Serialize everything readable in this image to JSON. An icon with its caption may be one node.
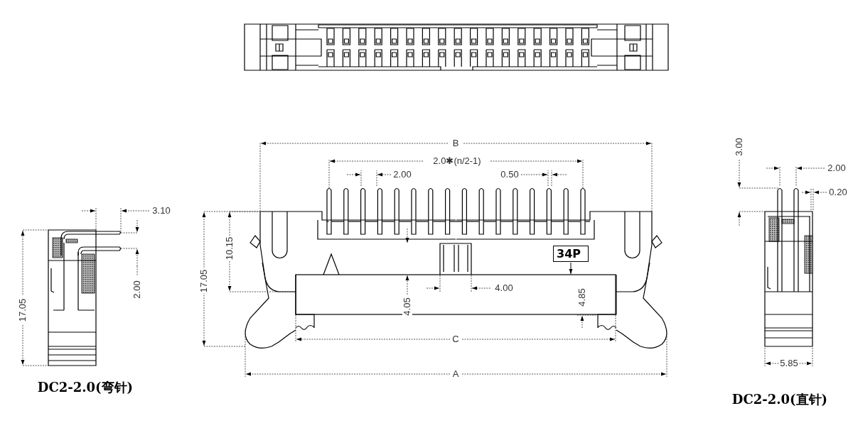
{
  "diagram": {
    "nodes": [
      {
        "text": [
          "34P"
        ]
      },
      {
        "text": [],
        "shape": "box"
      }
    ],
    "edges": [
      {
        "from": 0,
        "to": 1,
        "arrow": "to"
      }
    ],
    "labels": [
      "B",
      "2.0✱(n/2-1)",
      "2.00",
      "0.50",
      "3.00",
      "2.00",
      "3.10",
      "0.20",
      "17.05",
      "10.15",
      "2.00",
      "4.00",
      "4.85",
      "17.05",
      "4.05",
      "C",
      "5.85",
      "A",
      "DC2-2.0(弯针)",
      "DC2-2.0(直针)"
    ]
  }
}
